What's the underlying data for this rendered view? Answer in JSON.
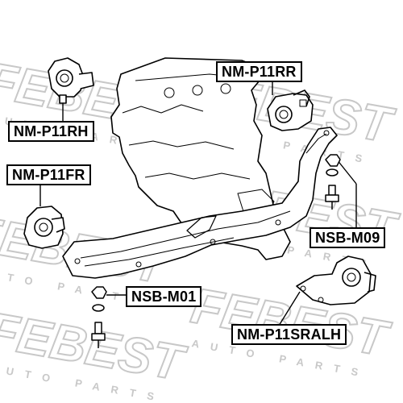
{
  "watermark": {
    "brand": "FEBEST",
    "tagline": "AUTO PARTS"
  },
  "callouts": {
    "nm_p11rh": "NM-P11RH",
    "nm_p11rr": "NM-P11RR",
    "nm_p11fr": "NM-P11FR",
    "nsb_m09": "NSB-M09",
    "nsb_m01": "NSB-M01",
    "nm_p11sralh": "NM-P11SRALH"
  },
  "colors": {
    "line": "#000000",
    "watermark": "#c8c8c8",
    "label_border": "#000000"
  }
}
